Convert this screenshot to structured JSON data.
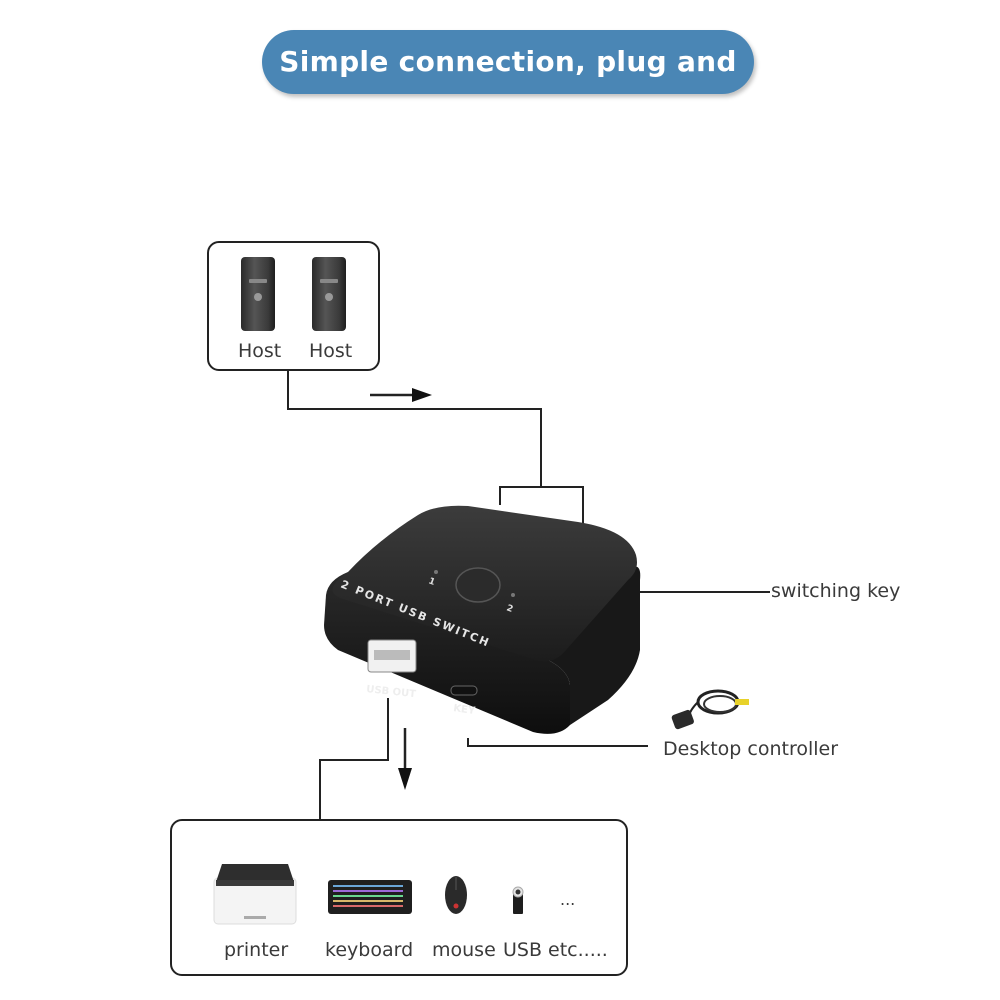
{
  "banner": {
    "title": "Simple connection, plug and play",
    "color": "#4a86b5"
  },
  "hosts": {
    "items": [
      {
        "label": "Host",
        "icon": "desktop-tower-icon"
      },
      {
        "label": "Host",
        "icon": "desktop-tower-icon"
      }
    ]
  },
  "switch": {
    "top_text": "2 PORT USB SWITCH",
    "port_1": "1",
    "port_2": "2",
    "usb_out_label": "USB OUT",
    "key_label": "KEY"
  },
  "callouts": {
    "switching_key": "switching key",
    "desktop_controller": "Desktop controller"
  },
  "devices": {
    "items": [
      {
        "label": "printer",
        "icon": "printer-icon"
      },
      {
        "label": "keyboard",
        "icon": "keyboard-icon"
      },
      {
        "label": "mouse",
        "icon": "mouse-icon"
      },
      {
        "label": "USB etc.....",
        "icon": "usb-drive-icon"
      }
    ],
    "more": "..."
  }
}
